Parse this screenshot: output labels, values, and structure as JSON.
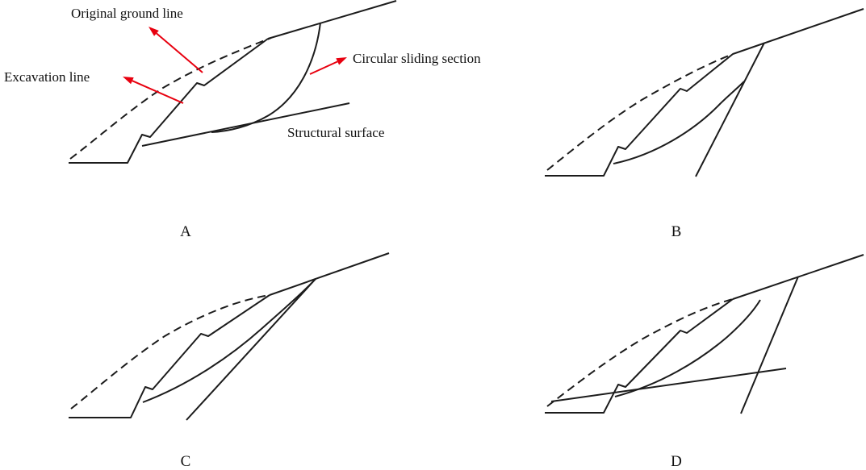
{
  "figure": {
    "background": "#ffffff",
    "line_color": "#1c1c1c",
    "arrow_color": "#e8000f",
    "annotations": {
      "original_ground_line": "Original ground line",
      "excavation_line": "Excavation line",
      "circular_sliding_section": "Circular sliding section",
      "structural_surface": "Structural surface"
    },
    "panels": [
      {
        "label": "A"
      },
      {
        "label": "B"
      },
      {
        "label": "C"
      },
      {
        "label": "D"
      }
    ]
  }
}
